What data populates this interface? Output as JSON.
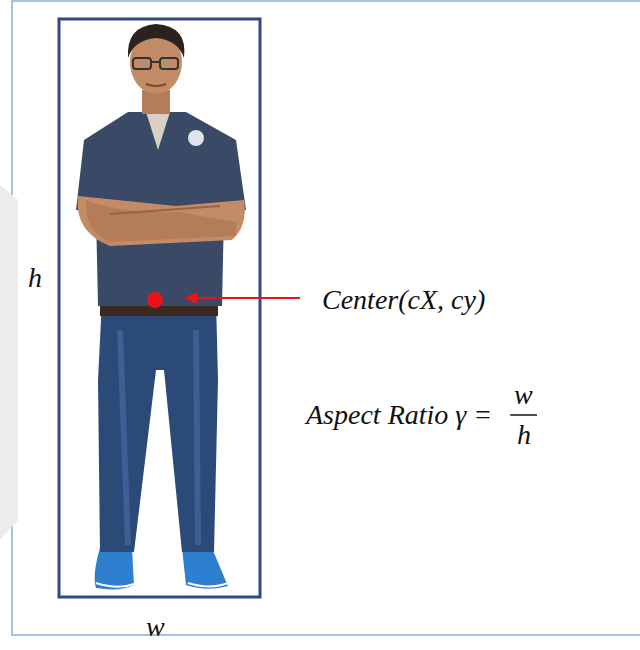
{
  "diagram": {
    "labels": [
      "h",
      "w",
      "Center(cX, cy)",
      "Aspect Ratio γ =",
      "w",
      "h"
    ]
  }
}
